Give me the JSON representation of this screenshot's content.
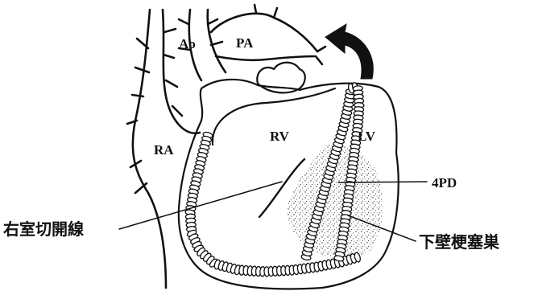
{
  "labels": {
    "aorta": "Ao",
    "pulmonary_artery": "PA",
    "right_atrium": "RA",
    "right_ventricle": "RV",
    "left_ventricle": "LV",
    "posterior_descending_branch": "4PD",
    "right_ventricular_incision": "右室切開線",
    "inferior_infarction": "下壁梗塞巣"
  },
  "icons": {
    "rotation_arrow": "curved-arrow-icon"
  }
}
